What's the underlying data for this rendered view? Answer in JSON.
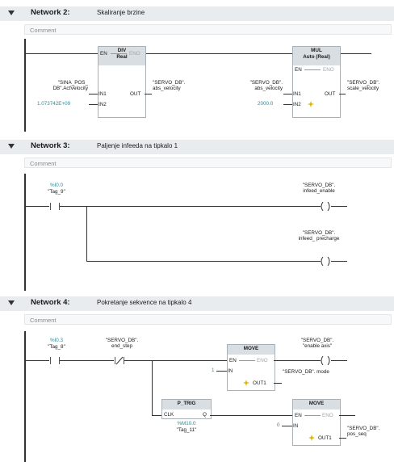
{
  "networks": [
    {
      "title": "Network 2:",
      "subtitle": "Skaliranje brzine",
      "comment": "Comment",
      "div_block": {
        "name": "DIV",
        "type": "Real",
        "en": "EN",
        "eno": "ENO",
        "in1": "IN1",
        "in2": "IN2",
        "out": "OUT",
        "in1_tag": "\"SINA_POS_ DB\".ActVelocity",
        "in2_val": "1.073742E+09",
        "out_tag": "\"SERVO_DB\". abs_velocity"
      },
      "mul_block": {
        "name": "MUL",
        "type": "Auto (Real)",
        "en": "EN",
        "eno": "ENO",
        "in1": "IN1",
        "in2": "IN2",
        "out": "OUT",
        "in1_tag": "\"SERVO_DB\". abs_velocity",
        "in2_val": "2000.0",
        "out_tag": "\"SERVO_DB\". scale_velocity"
      }
    },
    {
      "title": "Network 3:",
      "subtitle": "Paljenje infeeda na tipkalo 1",
      "comment": "Comment",
      "contact_addr": "%I0.0",
      "contact_tag": "\"Tag_9\"",
      "coil1_tag": "\"SERVO_DB\". infeed_enable",
      "coil2_tag": "\"SERVO_DB\". infeed_ precharge"
    },
    {
      "title": "Network 4:",
      "subtitle": "Pokretanje sekvence na tipkalo 4",
      "comment": "Comment",
      "contact_addr": "%I0.3",
      "contact_tag": "\"Tag_8\"",
      "nc_contact_tag": "\"SERVO_DB\". end_step",
      "move1": {
        "name": "MOVE",
        "en": "EN",
        "eno": "ENO",
        "in": "IN",
        "out": "OUT1",
        "in_val": "1",
        "out_tag": "\"SERVO_DB\". mode"
      },
      "coil_tag": "\"SERVO_DB\". \"enable axis\"",
      "ptrig": {
        "name": "P_TRIG",
        "clk": "CLK",
        "q": "Q",
        "addr": "%M10.0",
        "tag": "\"Tag_11\""
      },
      "move2": {
        "name": "MOVE",
        "en": "EN",
        "eno": "ENO",
        "in": "IN",
        "out": "OUT1",
        "in_val": "0",
        "out_tag": "\"SERVO_DB\". pos_seq"
      }
    }
  ]
}
